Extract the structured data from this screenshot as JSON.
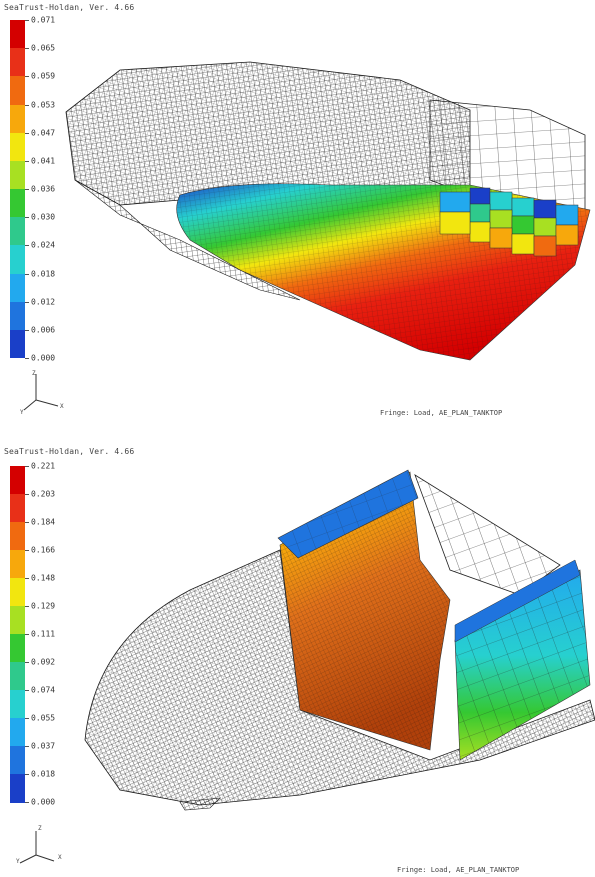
{
  "top_panel": {
    "header": "SeaTrust-Holdan, Ver. 4.66",
    "legend_values": [
      "0.071",
      "0.065",
      "0.059",
      "0.053",
      "0.047",
      "0.041",
      "0.036",
      "0.030",
      "0.024",
      "0.018",
      "0.012",
      "0.006",
      "0.000"
    ],
    "caption": "Fringe: Load, AE_PLAN_TANKTOP",
    "axis_labels": {
      "z": "Z",
      "x": "X",
      "y": "Y"
    }
  },
  "bottom_panel": {
    "header": "SeaTrust-Holdan, Ver. 4.66",
    "legend_values": [
      "0.221",
      "0.203",
      "0.184",
      "0.166",
      "0.148",
      "0.129",
      "0.111",
      "0.092",
      "0.074",
      "0.055",
      "0.037",
      "0.018",
      "0.000"
    ],
    "caption": "Fringe: Load, AE_PLAN_TANKTOP",
    "axis_labels": {
      "z": "Z",
      "x": "X",
      "y": "Y"
    }
  },
  "colors": {
    "scale": [
      "#d40000",
      "#e83018",
      "#f06a10",
      "#f7a80c",
      "#f2e60f",
      "#a8e022",
      "#35c832",
      "#2fc98c",
      "#27d0cf",
      "#22a9ee",
      "#1f74de",
      "#1a3fc8",
      "#1010b0"
    ],
    "mesh": "#1a1a1a"
  }
}
